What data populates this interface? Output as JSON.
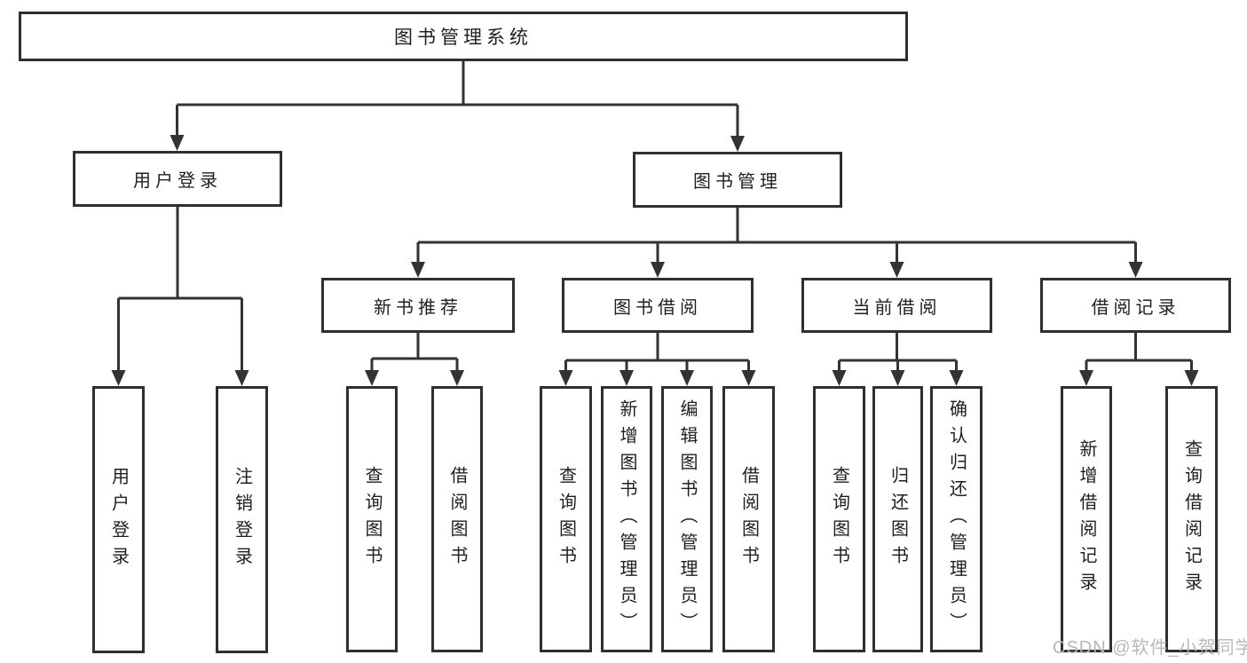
{
  "watermark": "CSDN @软件_小贺同学",
  "colors": {
    "line": "#333333",
    "box_border": "#2f2f2f",
    "box_fill": "#ffffff",
    "text": "#1f1f1f",
    "watermark": "#b5b8bc"
  },
  "tree": {
    "root": {
      "label": "图书管理系统"
    },
    "level1": {
      "user_login": {
        "label": "用户登录",
        "children": {
          "login": {
            "label": "用户登录"
          },
          "logout": {
            "label": "注销登录"
          }
        }
      },
      "book_mgmt": {
        "label": "图书管理",
        "children": {
          "new_book": {
            "label": "新书推荐",
            "children": {
              "query": {
                "label": "查询图书"
              },
              "borrow": {
                "label": "借阅图书"
              }
            }
          },
          "book_borrow": {
            "label": "图书借阅",
            "children": {
              "query": {
                "label": "查询图书"
              },
              "add": {
                "label": "新增图书（管理员）"
              },
              "edit": {
                "label": "编辑图书（管理员）"
              },
              "borrow": {
                "label": "借阅图书"
              }
            }
          },
          "current_borrow": {
            "label": "当前借阅",
            "children": {
              "query": {
                "label": "查询图书"
              },
              "return": {
                "label": "归还图书"
              },
              "confirm": {
                "label": "确认归还（管理员）"
              }
            }
          },
          "borrow_record": {
            "label": "借阅记录",
            "children": {
              "add": {
                "label": "新增借阅记录"
              },
              "query": {
                "label": "查询借阅记录"
              }
            }
          }
        }
      }
    }
  }
}
